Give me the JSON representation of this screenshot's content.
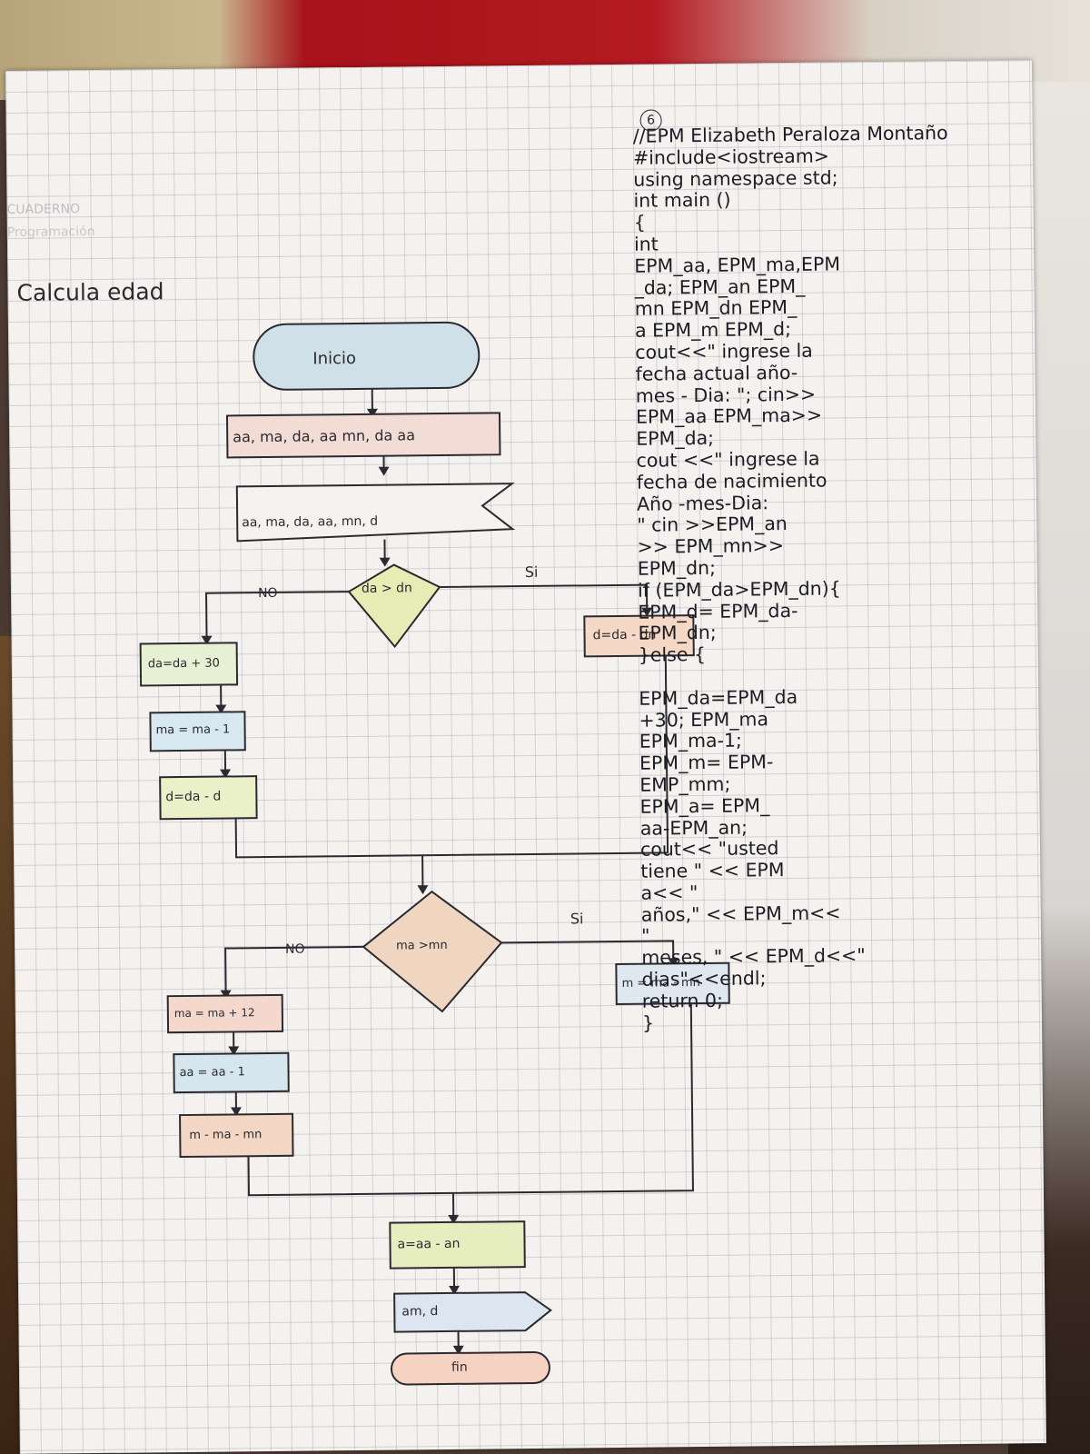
{
  "header": {
    "page_number": "6",
    "title": "Calcula edad",
    "faded_text_1": "CUADERNO",
    "faded_text_2": "Programación"
  },
  "flowchart": {
    "start": "Inicio",
    "input": "aa, ma, da, aa mn, da aa",
    "output1": "aa, ma, da, aa, mn, d",
    "decision1": "da > dn",
    "yes1": "Si",
    "no1": "NO",
    "process_yes1": "d=da - dn",
    "process_no1_a": "da=da + 30",
    "process_no1_b": "ma = ma - 1",
    "process_no1_c": "d=da - d",
    "decision2": "ma >mn",
    "yes2": "Si",
    "no2": "NO",
    "process_yes2": "m = ma - mn",
    "process_no2_a": "ma = ma + 12",
    "process_no2_b": "aa = aa - 1",
    "process_no2_c": "m - ma - mn",
    "process_final": "a=aa - an",
    "output_final": "am, d",
    "end": "fin"
  },
  "code_lines": [
    "//EPM Elizabeth Peraloza Montaño",
    "#include<iostream>",
    "using namespace std;",
    "int main ()",
    "{",
    "int",
    "EPM_aa, EPM_ma,EPM",
    "_da; EPM_an EPM_",
    "mn EPM_dn EPM_",
    "a EPM_m EPM_d;",
    "cout<<\" ingrese la",
    "fecha actual año-",
    "mes - Dia: \"; cin>>",
    "EPM_aa EPM_ma>>",
    "EPM_da;",
    "cout <<\" ingrese la",
    "fecha de nacimiento",
    "Año -mes-Dia:",
    "\" cin >>EPM_an",
    ">> EPM_mn>>",
    "EPM_dn;",
    "if (EPM_da>EPM_dn){",
    "EPM_d= EPM_da-",
    "EPM_dn;",
    "}else {",
    "",
    "EPM_da=EPM_da",
    "+30; EPM_ma",
    "EPM_ma-1;",
    "EPM_m= EPM-",
    "EMP_mm;",
    "EPM_a= EPM_",
    "aa-EPM_an;",
    "cout<< \"usted",
    "tiene \" << EPM",
    "a<< \"",
    "años,\" << EPM_m<<",
    "\"",
    "meses, \" << EPM_d<<\"",
    "dias\"<<endl;",
    "return 0;",
    "}"
  ],
  "colors": {
    "start_fill": "#cfe0e8",
    "input_fill": "#f3dcd6",
    "decision1_fill": "#e7ecb4",
    "yes1_fill": "#f5d8c6",
    "no1a_fill": "#e8f0d4",
    "no1b_fill": "#d8e8f0",
    "no1c_fill": "#eaf0c8",
    "decision2_fill": "#f0d6c0",
    "yes2_fill": "#dfe8f0",
    "no2a_fill": "#f5d8cc",
    "no2b_fill": "#d6e6ee",
    "no2c_fill": "#f3d6c4",
    "final_fill": "#e6eec0",
    "output_final_fill": "#dde6f0",
    "end_fill": "#f5d2c2"
  }
}
